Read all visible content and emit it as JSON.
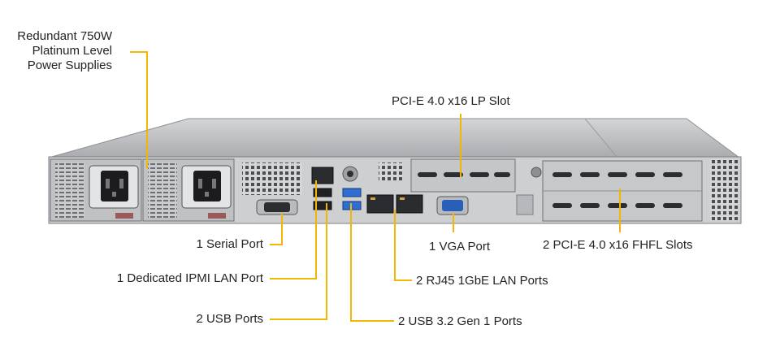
{
  "colors": {
    "leader_line": "#f2b705",
    "chassis_top": "#b8babd",
    "chassis_face": "#cfd1d3",
    "port_blue": "#2f6fd1",
    "vga_blue": "#2a5fb8"
  },
  "callouts": {
    "psu": [
      "Redundant  750W",
      "Platinum  Level",
      "Power Supplies"
    ],
    "pcie_lp": "PCI-E  4.0 x16 LP Slot",
    "serial": "1 Serial Port",
    "vga": "1 VGA Port",
    "fhfl": "2 PCI-E  4.0 x16 FHFL Slots",
    "ipmi": "1 Dedicated IPMI  LAN Port",
    "rj45": "2 RJ45  1GbE LAN Ports",
    "usb": "2 USB Ports",
    "usb32": "2 USB 3.2 Gen 1 Ports"
  }
}
